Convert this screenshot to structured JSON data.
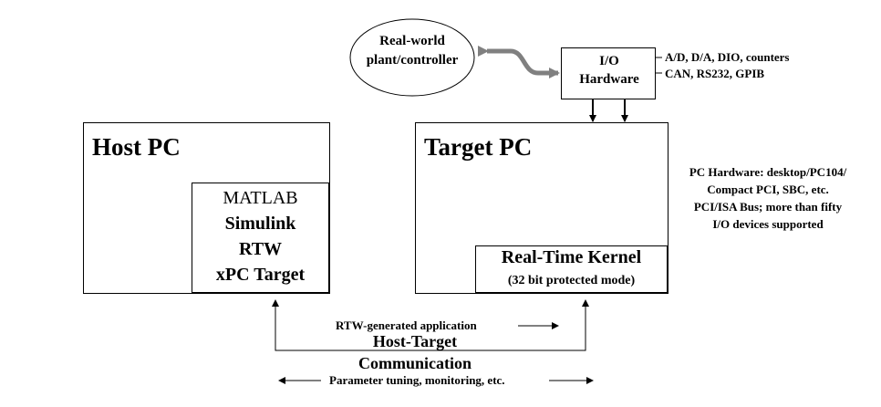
{
  "diagram": {
    "plant": {
      "label_line1": "Real-world",
      "label_line2": "plant/controller"
    },
    "io_hardware": {
      "label_line1": "I/O",
      "label_line2": "Hardware",
      "notes": [
        "A/D, D/A, DIO, counters",
        "CAN, RS232, GPIB"
      ]
    },
    "host_pc": {
      "title": "Host PC",
      "software": [
        "MATLAB",
        "Simulink",
        "RTW",
        "xPC Target"
      ]
    },
    "target_pc": {
      "title": "Target PC",
      "kernel_title": "Real-Time Kernel",
      "kernel_subtitle": "(32 bit protected mode)",
      "notes": [
        "PC Hardware: desktop/PC104/",
        "Compact PCI, SBC, etc.",
        "PCI/ISA Bus; more than fifty",
        "I/O devices supported"
      ]
    },
    "communication": {
      "app_label": "RTW-generated application",
      "title_line1": "Host-Target",
      "title_line2": "Communication",
      "param_label": "Parameter tuning, monitoring, etc."
    },
    "colors": {
      "line": "#000000",
      "plant_link": "#808080",
      "background": "#ffffff"
    }
  }
}
